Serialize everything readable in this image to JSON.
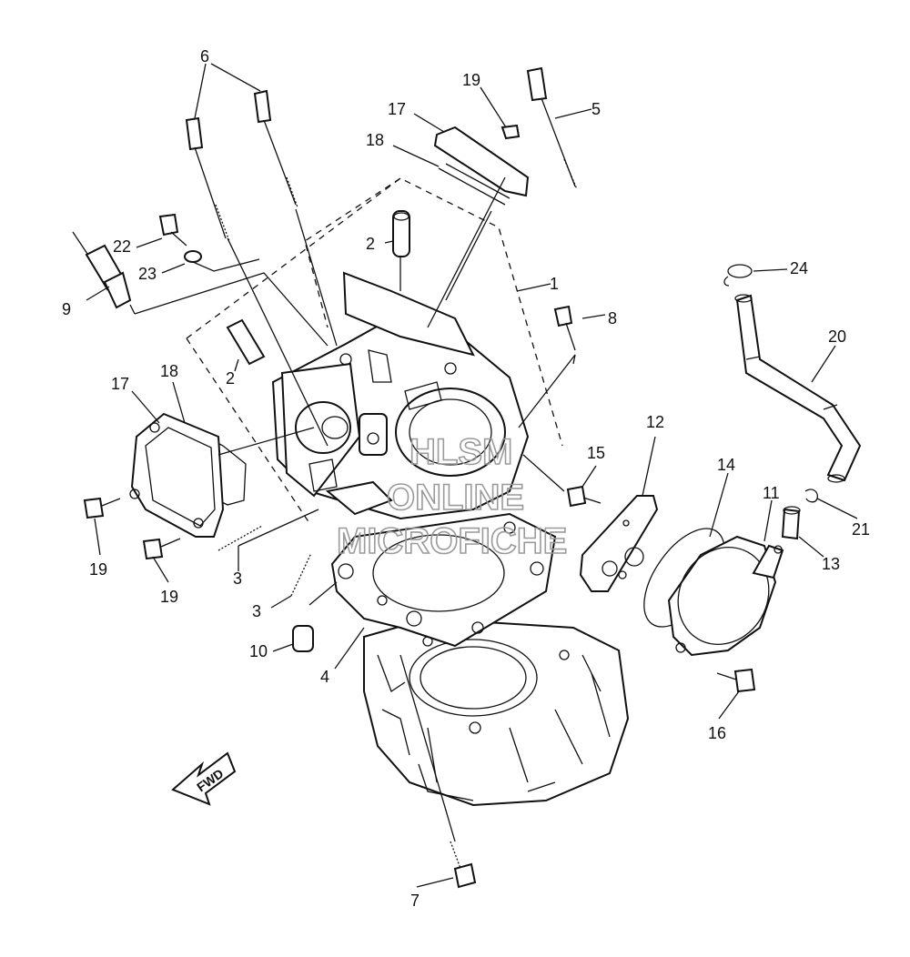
{
  "diagram": {
    "callouts": [
      {
        "id": "c1",
        "text": "1"
      },
      {
        "id": "c2a",
        "text": "2"
      },
      {
        "id": "c2b",
        "text": "2"
      },
      {
        "id": "c3a",
        "text": "3"
      },
      {
        "id": "c3b",
        "text": "3"
      },
      {
        "id": "c4",
        "text": "4"
      },
      {
        "id": "c5",
        "text": "5"
      },
      {
        "id": "c6",
        "text": "6"
      },
      {
        "id": "c7",
        "text": "7"
      },
      {
        "id": "c8",
        "text": "8"
      },
      {
        "id": "c9",
        "text": "9"
      },
      {
        "id": "c10",
        "text": "10"
      },
      {
        "id": "c11",
        "text": "11"
      },
      {
        "id": "c12",
        "text": "12"
      },
      {
        "id": "c13",
        "text": "13"
      },
      {
        "id": "c14",
        "text": "14"
      },
      {
        "id": "c15",
        "text": "15"
      },
      {
        "id": "c16",
        "text": "16"
      },
      {
        "id": "c17a",
        "text": "17"
      },
      {
        "id": "c17b",
        "text": "17"
      },
      {
        "id": "c18a",
        "text": "18"
      },
      {
        "id": "c18b",
        "text": "18"
      },
      {
        "id": "c19a",
        "text": "19"
      },
      {
        "id": "c19b",
        "text": "19"
      },
      {
        "id": "c19c",
        "text": "19"
      },
      {
        "id": "c20",
        "text": "20"
      },
      {
        "id": "c21",
        "text": "21"
      },
      {
        "id": "c22",
        "text": "22"
      },
      {
        "id": "c23",
        "text": "23"
      },
      {
        "id": "c24",
        "text": "24"
      }
    ],
    "fwd_label": "FWD",
    "watermark": [
      "HLSM",
      "ONLINE",
      "MICROFICHE"
    ]
  },
  "colors": {
    "line": "#111111",
    "background": "#ffffff",
    "watermark": "#9a9a9a"
  }
}
